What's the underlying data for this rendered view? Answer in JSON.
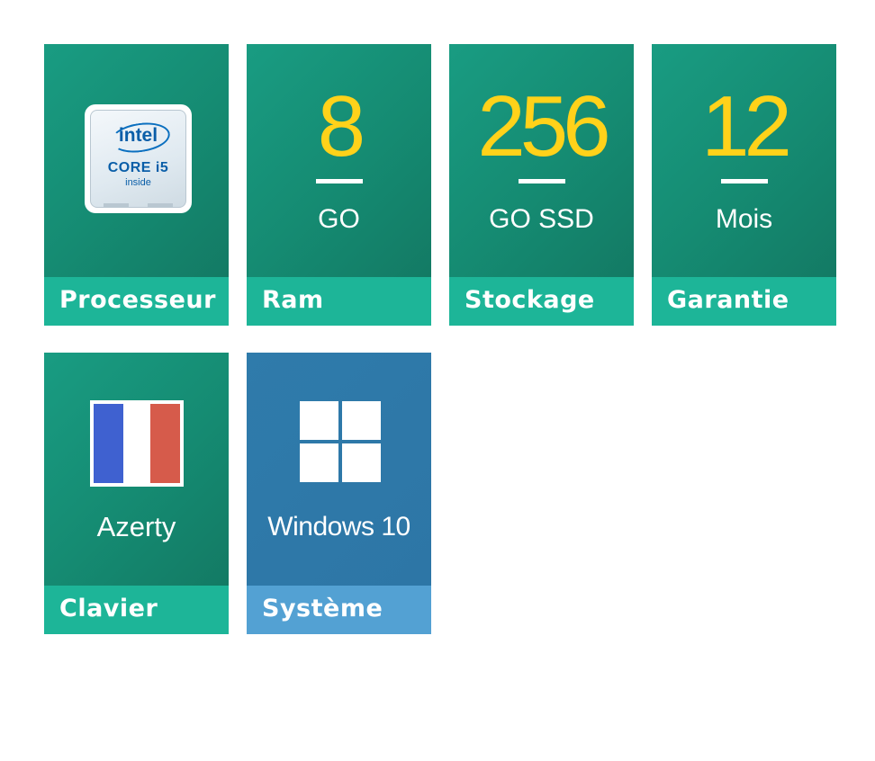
{
  "colors": {
    "tile_green": "#178f77",
    "footer_green": "#1db598",
    "tile_blue": "#2e79a9",
    "footer_blue": "#53a1d3",
    "value_yellow": "#ffd21a",
    "flag_blue": "#3f61d0",
    "flag_red": "#d65b4b"
  },
  "tiles": {
    "processor": {
      "footer": "Processeur",
      "icon": "intel-core-i5-badge-icon",
      "badge": {
        "brand": "intel",
        "model": "CORE i5",
        "tagline": "inside"
      }
    },
    "ram": {
      "value": "8",
      "unit": "GO",
      "footer": "Ram"
    },
    "storage": {
      "value": "256",
      "unit": "GO SSD",
      "footer": "Stockage"
    },
    "warranty": {
      "value": "12",
      "unit": "Mois",
      "footer": "Garantie"
    },
    "keyboard": {
      "icon": "french-flag-icon",
      "caption": "Azerty",
      "footer": "Clavier"
    },
    "system": {
      "icon": "windows-logo-icon",
      "caption": "Windows 10",
      "footer": "Système"
    }
  }
}
